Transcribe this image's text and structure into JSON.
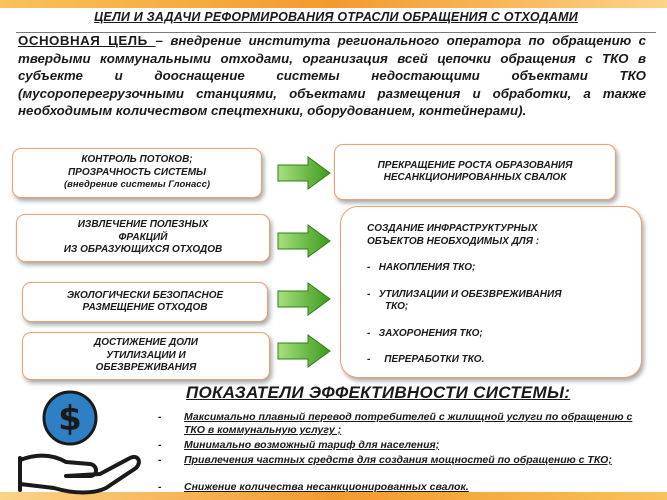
{
  "title": "ЦЕЛИ И ЗАДАЧИ РЕФОРМИРОВАНИЯ ОТРАСЛИ ОБРАЩЕНИЯ С ОТХОДАМИ",
  "goal": {
    "label": "ОСНОВНАЯ ЦЕЛЬ ",
    "text": "– внедрение института регионального оператора по обращению с твердыми коммунальными отходами, организация всей цепочки обращения с ТКО в субъекте и дооснащение системы недостающими объектами ТКО  (мусороперегрузочными станциями, объектами размещения и обработки, а также необходимым количеством спецтехники, оборудованием, контейнерами)."
  },
  "left_boxes": [
    {
      "lines": [
        "КОНТРОЛЬ ПОТОКОВ;",
        "ПРОЗРАЧНОСТЬ СИСТЕМЫ",
        "(внедрение системы Глонасс)"
      ]
    },
    {
      "lines": [
        "ИЗВЛЕЧЕНИЕ ПОЛЕЗНЫХ",
        "ФРАКЦИЙ",
        "ИЗ ОБРАЗУЮЩИХСЯ ОТХОДОВ"
      ]
    },
    {
      "lines": [
        "ЭКОЛОГИЧЕСКИ БЕЗОПАСНОЕ",
        "РАЗМЕЩЕНИЕ ОТХОДОВ"
      ]
    },
    {
      "lines": [
        "ДОСТИЖЕНИЕ ДОЛИ",
        "УТИЛИЗАЦИИ И",
        "ОБЕЗВРЕЖИВАНИЯ"
      ]
    }
  ],
  "right_top": {
    "lines": [
      "ПРЕКРАЩЕНИЕ  РОСТА ОБРАЗОВАНИЯ",
      "НЕСАНКЦИОНИРОВАННЫХ СВАЛОК"
    ]
  },
  "right_main": {
    "heading": [
      "СОЗДАНИЕ ИНФРАСТРУКТУРНЫХ",
      "ОБЪЕКТОВ НЕОБХОДИМЫХ ДЛЯ :"
    ],
    "items": [
      {
        "dash": "-",
        "text": "НАКОПЛЕНИЯ ТКО;"
      },
      {
        "dash": "-",
        "text": "УТИЛИЗАЦИИ И ОБЕЗВРЕЖИВАНИЯ",
        "text2": "ТКО;"
      },
      {
        "dash": "-",
        "text": "ЗАХОРОНЕНИЯ ТКО;"
      },
      {
        "dash": "-",
        "text": "ПЕРЕРАБОТКИ ТКО."
      }
    ]
  },
  "kpi_heading": "ПОКАЗАТЕЛИ ЭФФЕКТИВНОСТИ СИСТЕМЫ:",
  "kpis": [
    {
      "dash": "-",
      "text": "Максимально плавный перевод потребителей с жилищной услуги по обращению с ТКО в коммунальную услугу ;"
    },
    {
      "dash": "-",
      "text": " Минимально возможный тариф для населения;"
    },
    {
      "dash": "-",
      "text": "Привлечения частных средств для создания мощностей по обращению с ТКО;"
    },
    {
      "dash": "-",
      "text": "Снижение  количества несанкционированных свалок."
    }
  ],
  "colors": {
    "arrow": "#4caf2a",
    "box_border": "#f0a070",
    "coin": "#2f7fc4",
    "accent": "#f39a2e"
  },
  "icons": {
    "arrow": "green-arrow-icon",
    "money": "money-hand-icon"
  }
}
